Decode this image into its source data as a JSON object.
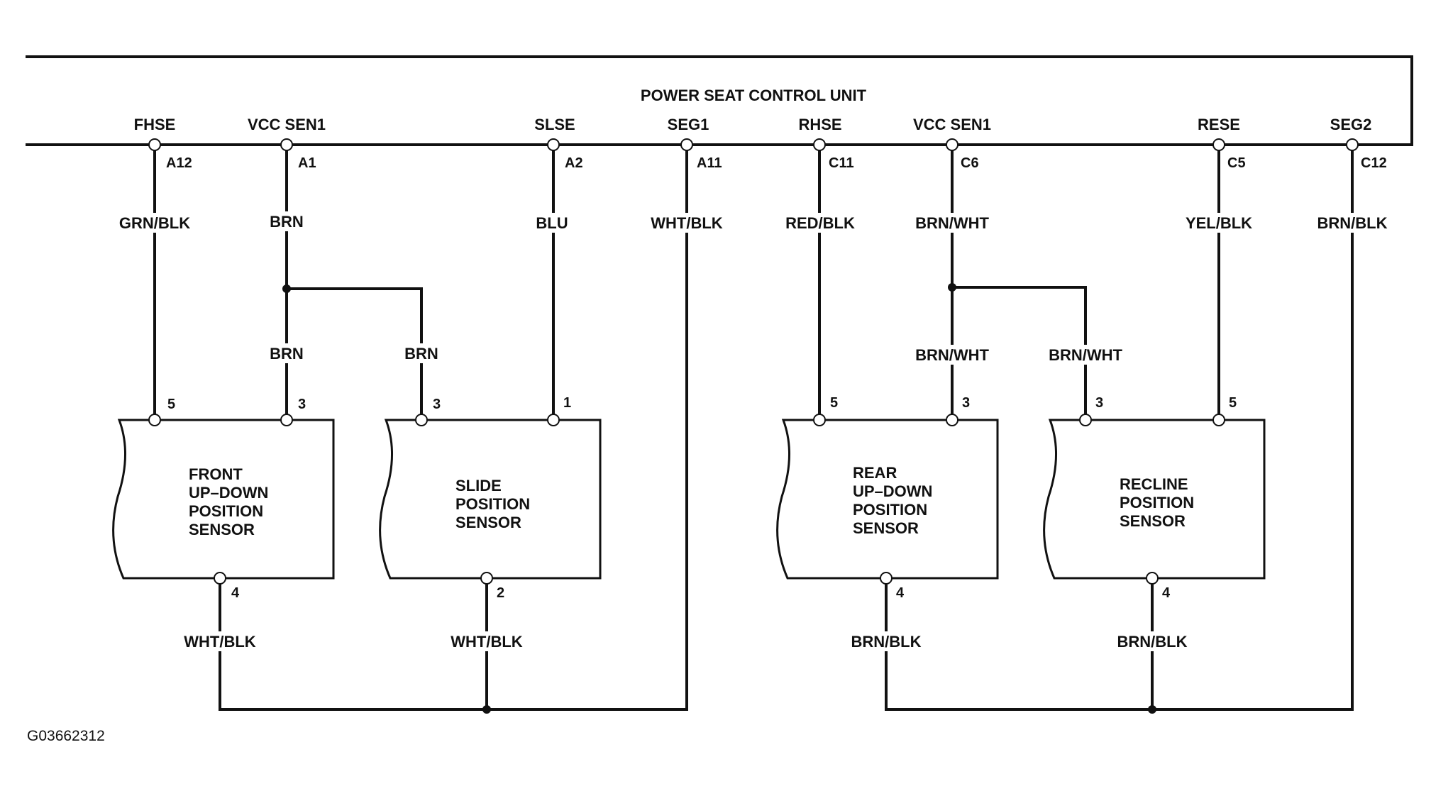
{
  "unit": {
    "title": "POWER SEAT CONTROL UNIT"
  },
  "connector_labels": {
    "fhse": "FHSE",
    "vcc_sen1_a": "VCC SEN1",
    "slse": "SLSE",
    "seg1": "SEG1",
    "rhse": "RHSE",
    "vcc_sen1_c": "VCC SEN1",
    "rese": "RESE",
    "seg2": "SEG2"
  },
  "connector_pins": {
    "fhse": "A12",
    "vcc_sen1_a": "A1",
    "slse": "A2",
    "seg1": "A11",
    "rhse": "C11",
    "vcc_sen1_c": "C6",
    "rese": "C5",
    "seg2": "C12"
  },
  "wire_colors": {
    "fhse": "GRN/BLK",
    "vcc_a_top": "BRN",
    "slse": "BLU",
    "seg1": "WHT/BLK",
    "rhse": "RED/BLK",
    "vcc_c_top": "BRN/WHT",
    "rese": "YEL/BLK",
    "seg2": "BRN/BLK",
    "vcc_a_front": "BRN",
    "vcc_a_slide": "BRN",
    "vcc_c_rear": "BRN/WHT",
    "vcc_c_recline": "BRN/WHT",
    "ground_front": "WHT/BLK",
    "ground_slide": "WHT/BLK",
    "ground_rear": "BRN/BLK",
    "ground_recline": "BRN/BLK"
  },
  "sensors": {
    "front": {
      "lines": [
        "FRONT",
        "UP–DOWN",
        "POSITION",
        "SENSOR"
      ],
      "pin_left": "5",
      "pin_right": "3",
      "pin_bottom": "4"
    },
    "slide": {
      "lines": [
        "SLIDE",
        "POSITION",
        "SENSOR"
      ],
      "pin_left": "3",
      "pin_right": "1",
      "pin_bottom": "2"
    },
    "rear": {
      "lines": [
        "REAR",
        "UP–DOWN",
        "POSITION",
        "SENSOR"
      ],
      "pin_left": "5",
      "pin_right": "3",
      "pin_bottom": "4"
    },
    "recline": {
      "lines": [
        "RECLINE",
        "POSITION",
        "SENSOR"
      ],
      "pin_left": "3",
      "pin_right": "5",
      "pin_bottom": "4"
    }
  },
  "figure_code": "G03662312"
}
